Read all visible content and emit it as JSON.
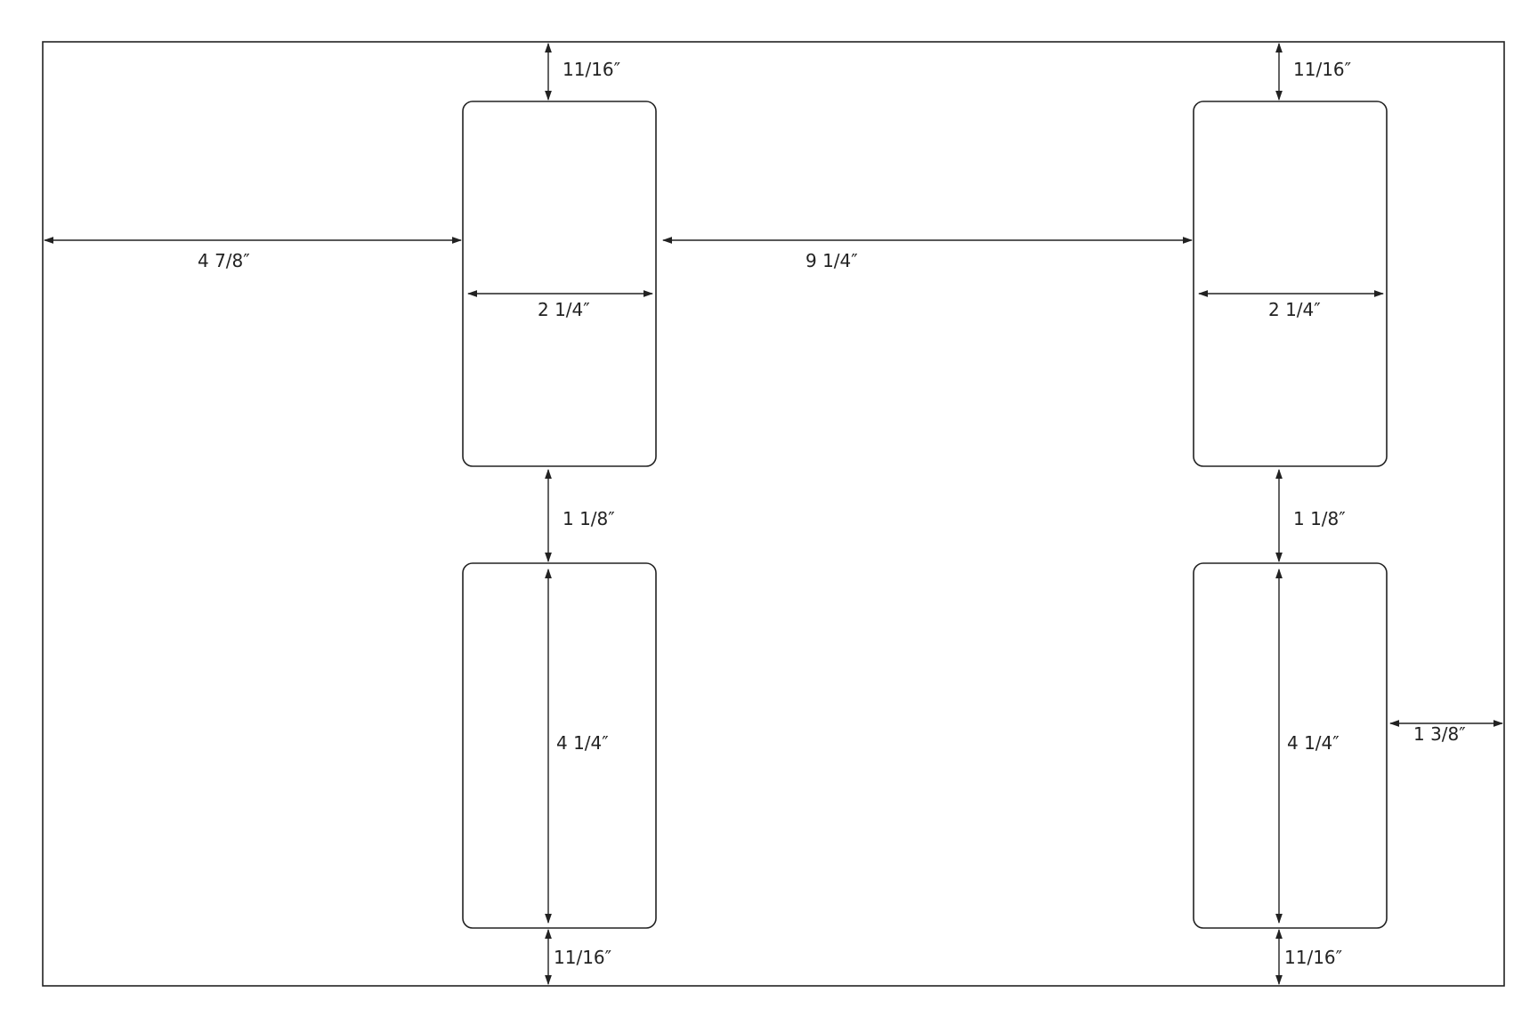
{
  "layout_diagram": {
    "labels": [
      {
        "row": 1,
        "column": 1
      },
      {
        "row": 1,
        "column": 2
      },
      {
        "row": 2,
        "column": 1
      },
      {
        "row": 2,
        "column": 2
      }
    ],
    "dimensions": {
      "top_margin_left": "11/16″",
      "top_margin_right": "11/16″",
      "left_margin": "4 7/8″",
      "column_gap": "9 1/4″",
      "label_width_left": "2 1/4″",
      "label_width_right": "2 1/4″",
      "row_gap_left": "1 1/8″",
      "row_gap_right": "1 1/8″",
      "label_height_left": "4 1/4″",
      "label_height_right": "4 1/4″",
      "right_margin": "1 3/8″",
      "bottom_margin_left": "11/16″",
      "bottom_margin_right": "11/16″"
    }
  }
}
